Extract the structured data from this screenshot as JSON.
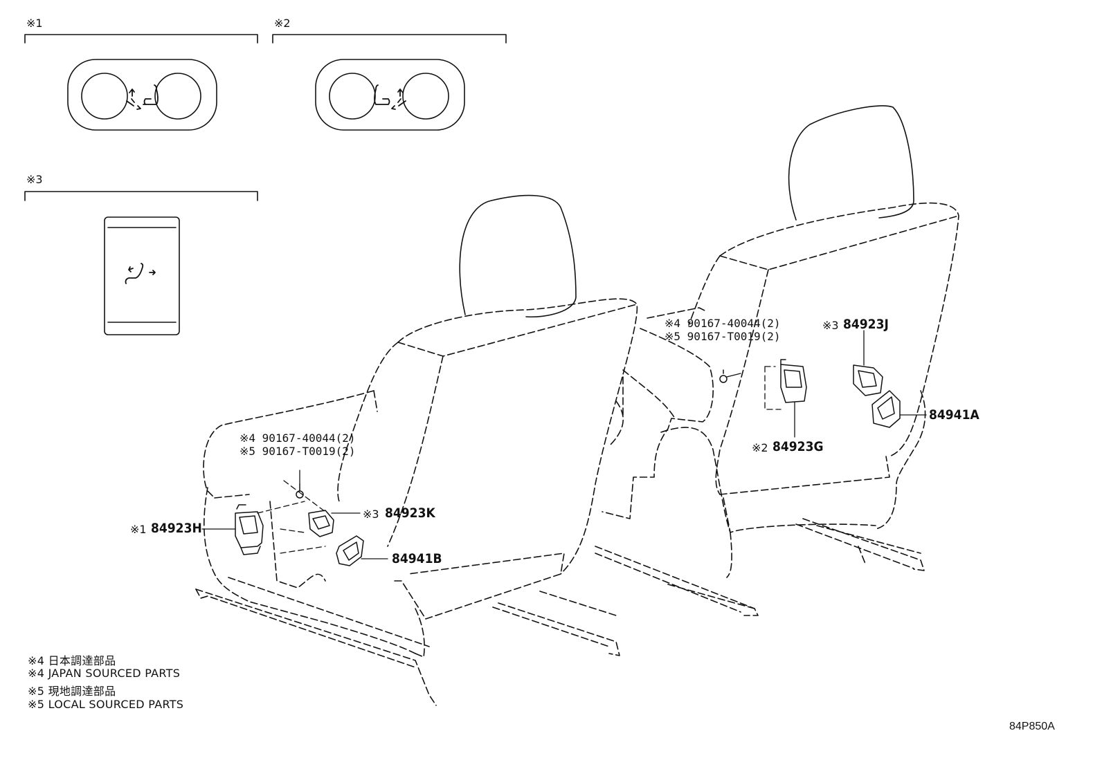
{
  "brackets": {
    "b1": "※1",
    "b2": "※2",
    "b3": "※3"
  },
  "callouts": {
    "left_bolt_japan": "※4 90167-40044(2)",
    "left_bolt_local": "※5 90167-T0019(2)",
    "right_bolt_japan": "※4 90167-40044(2)",
    "right_bolt_local": "※5 90167-T0019(2)",
    "switch_h_ref": "※1",
    "switch_h": "84923H",
    "switch_k_ref": "※3",
    "switch_k": "84923K",
    "cover_b": "84941B",
    "switch_j_ref": "※3",
    "switch_j": "84923J",
    "cover_a": "84941A",
    "switch_g_ref": "※2",
    "switch_g": "84923G"
  },
  "notes": [
    "※4 日本調達部品",
    "※4 JAPAN SOURCED PARTS",
    "※5 現地調達部品",
    "※5 LOCAL SOURCED PARTS"
  ],
  "diagram_code": "84P850A",
  "icons": [
    "seat-adjust-icon",
    "seat-slide-icon",
    "bolt-icon",
    "switch-icon",
    "switch-cover-icon"
  ]
}
